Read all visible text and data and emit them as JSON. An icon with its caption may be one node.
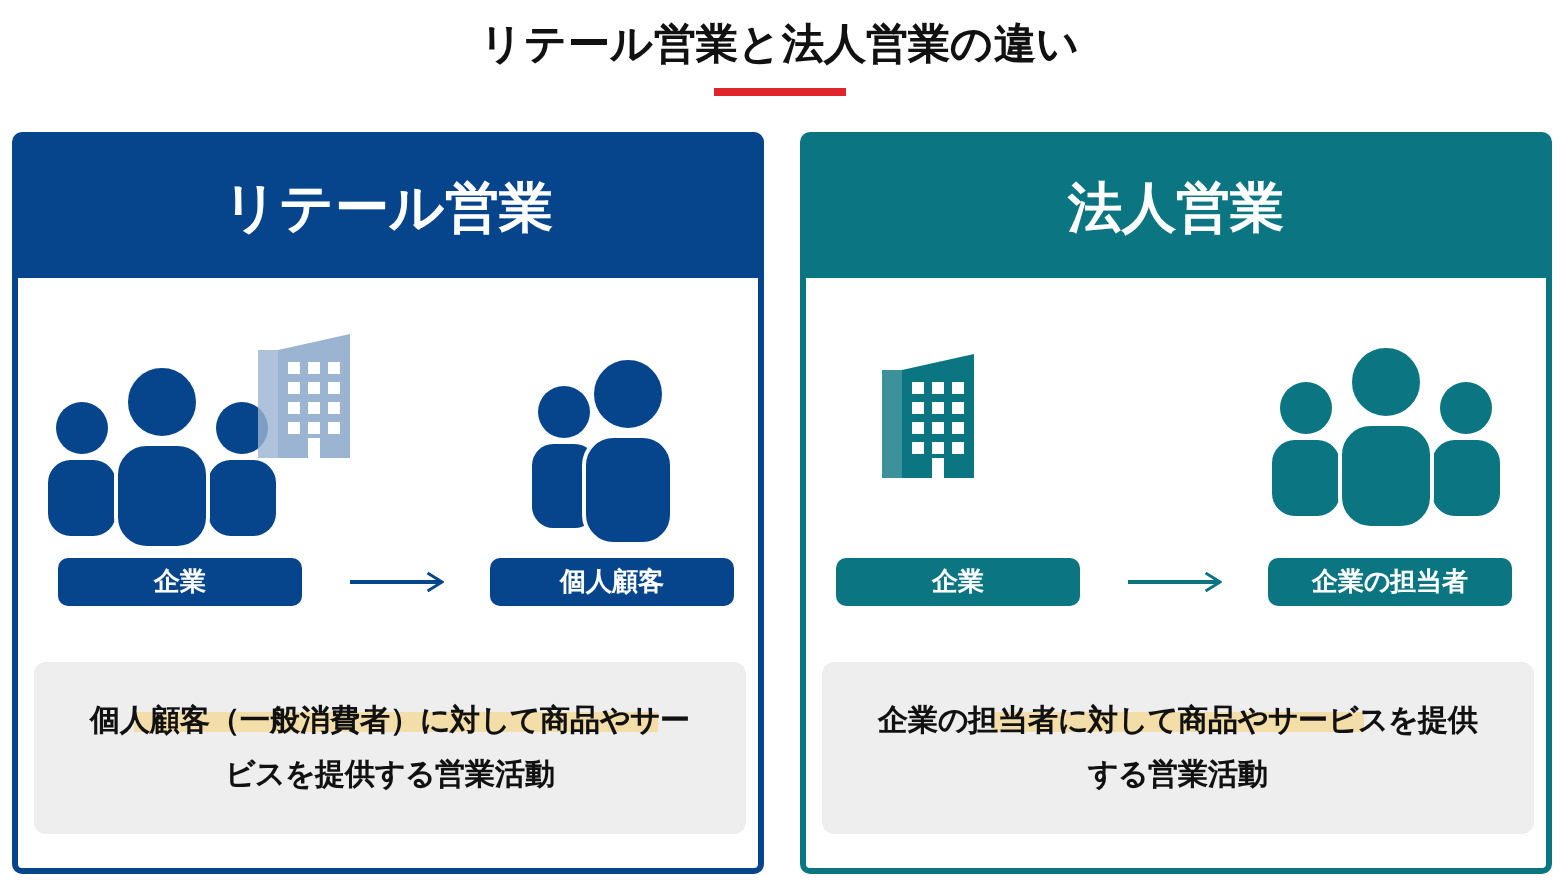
{
  "diagram": {
    "title": "リテール営業と法人営業の違い",
    "nodes": [
      {
        "text": [
          "リテール営業"
        ]
      },
      {
        "text": [
          "企業"
        ],
        "in": 0
      },
      {
        "text": [
          "個人顧客"
        ],
        "in": 0
      },
      {
        "text": [
          "個人顧客（一般消費者）に対して商品やサービスを提供する営業活動"
        ],
        "in": 0
      },
      {
        "text": [
          "法人営業"
        ]
      },
      {
        "text": [
          "企業"
        ],
        "in": 4
      },
      {
        "text": [
          "企業の担当者"
        ],
        "in": 4
      },
      {
        "text": [
          "企業の担当者に対して商品やサービスを提供する営業活動"
        ],
        "in": 4
      }
    ],
    "edges": [
      {
        "from": 1,
        "to": 2,
        "arrow": "to"
      },
      {
        "from": 5,
        "to": 6,
        "arrow": "to"
      }
    ]
  }
}
